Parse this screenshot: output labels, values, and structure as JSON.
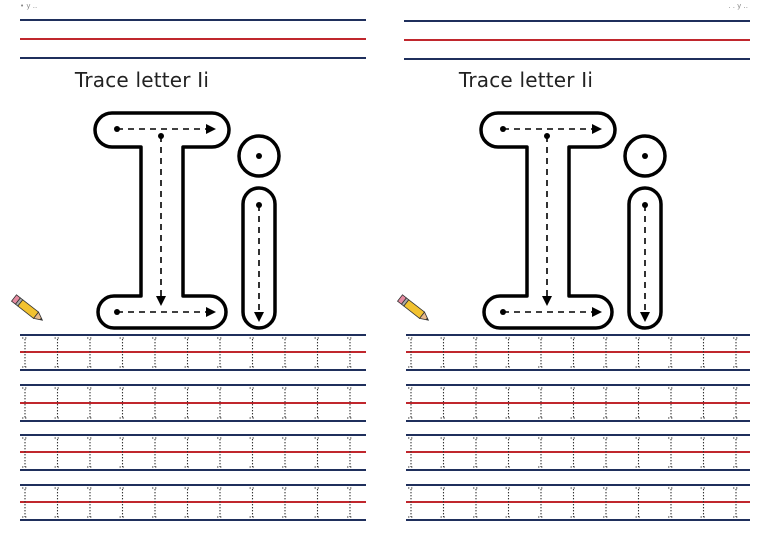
{
  "worksheets": [
    {
      "title": "Trace letter Ii",
      "header_text": "• y ..",
      "practice_letters": [
        "I",
        "i"
      ]
    },
    {
      "title": "Trace letter Ii",
      "header_text": ". . y ..",
      "practice_letters": [
        "I",
        "i"
      ]
    }
  ],
  "colors": {
    "navy_line": "#1f2f5c",
    "red_line": "#c0272d",
    "trace_outline": "#000000",
    "pencil_body": "#f2c230",
    "pencil_tip": "#e8b98a",
    "pencil_eraser": "#e58aa0"
  },
  "icons": {
    "pencil": "pencil-icon"
  }
}
